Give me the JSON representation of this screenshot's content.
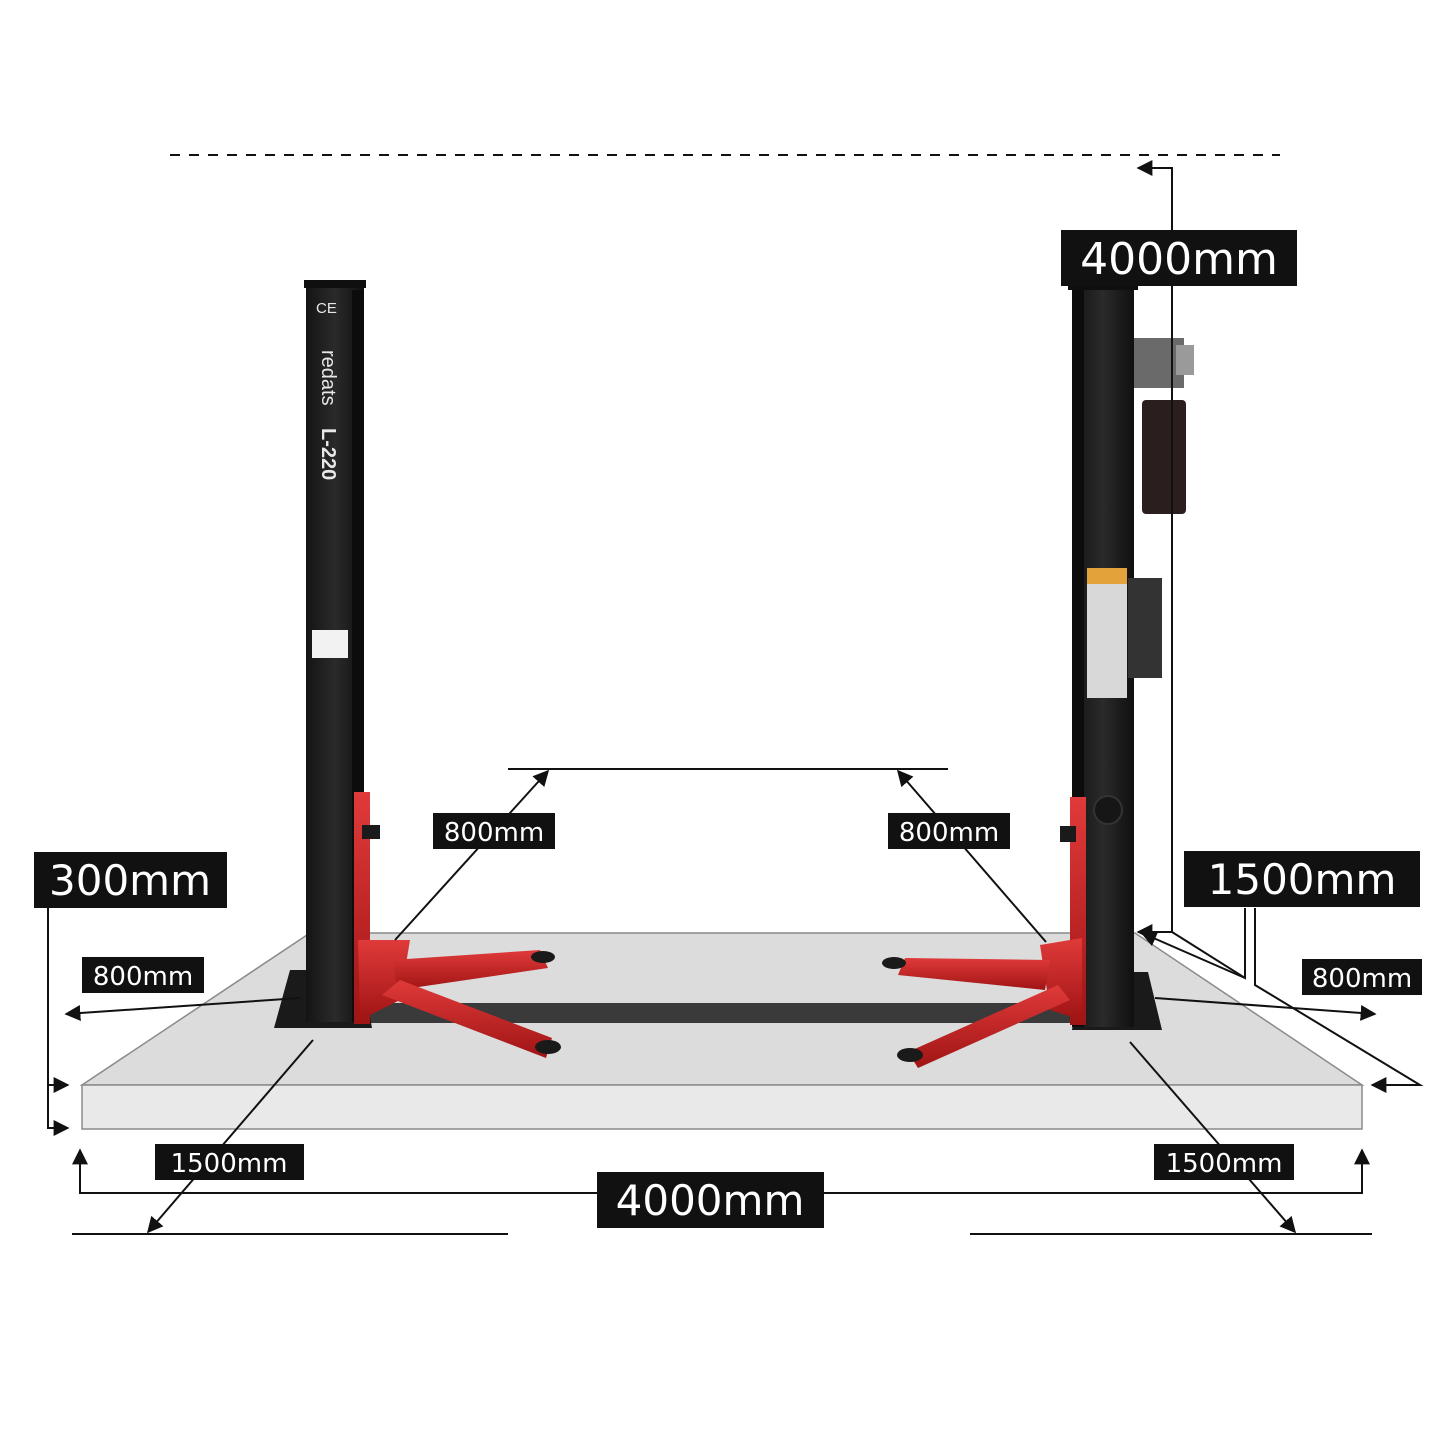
{
  "diagram": {
    "product": {
      "brand": "redats",
      "model": "L-220",
      "certification": "CE"
    },
    "dimensions": {
      "ceiling_height": "4000mm",
      "arm_reach_left": "800mm",
      "arm_reach_right": "800mm",
      "slab_thickness": "300mm",
      "right_post_clearance": "1500mm",
      "side_margin_left": "800mm",
      "side_margin_right": "800mm",
      "front_margin_left": "1500mm",
      "front_margin_right": "1500mm",
      "overall_width": "4000mm"
    },
    "colors": {
      "post": "#1e1e1e",
      "arm": "#c81e1e",
      "slab_top": "#dcdcdc",
      "slab_front": "#e9e9e9",
      "label_bg": "#111111",
      "label_text": "#ffffff"
    }
  }
}
